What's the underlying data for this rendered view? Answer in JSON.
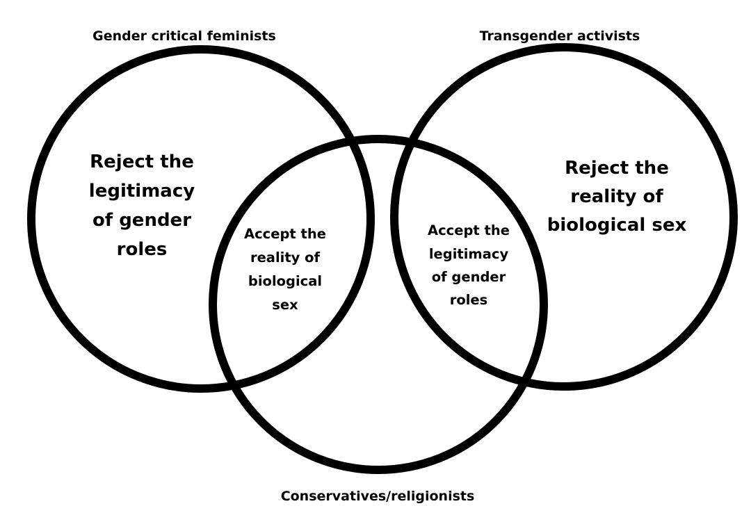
{
  "sets": {
    "left": "Gender critical feminists",
    "right": "Transgender activists",
    "bottom": "Conservatives/religionists"
  },
  "regions": {
    "left_only": [
      "Reject the",
      "legitimacy",
      "of gender",
      "roles"
    ],
    "right_only": [
      "Reject the",
      "reality of",
      "biological sex"
    ],
    "left_bottom": [
      "Accept the",
      "reality of",
      "biological",
      "sex"
    ],
    "right_bottom": [
      "Accept the",
      "legitimacy",
      "of gender",
      "roles"
    ]
  },
  "colors": {
    "stroke": "#000000",
    "background": "#ffffff",
    "text": "#111111"
  }
}
